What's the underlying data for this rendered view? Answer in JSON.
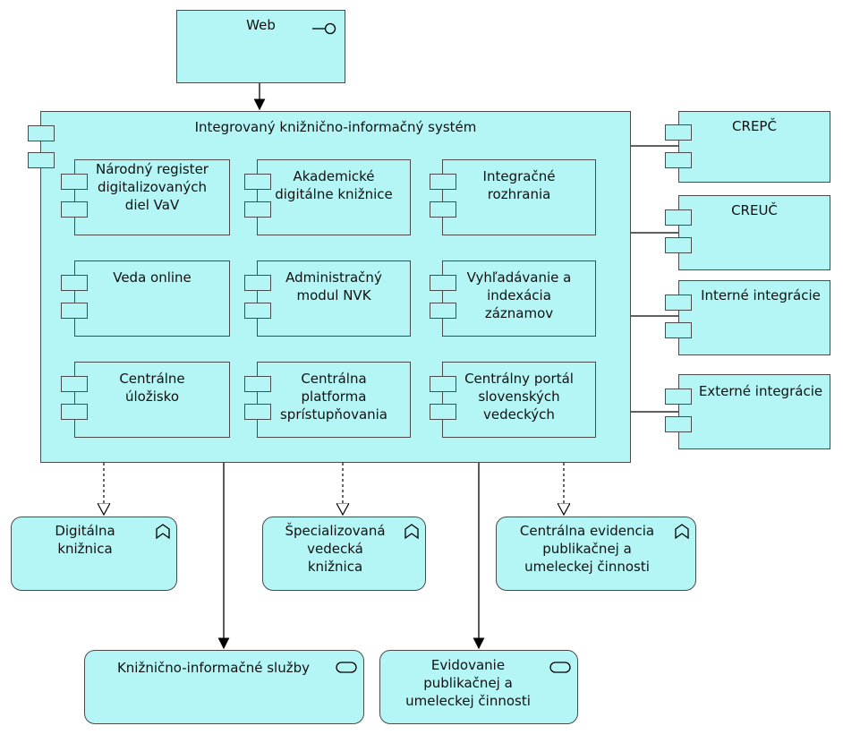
{
  "web": {
    "label": "Web",
    "icon": "interface-icon"
  },
  "system": {
    "label": "Integrovaný knižnično-informačný systém",
    "modules": [
      "Národný register\ndigitalizovaných\ndiel VaV",
      "Akademické\ndigitálne knižnice",
      "Integračné\nrozhrania",
      "Veda online",
      "Administračný\nmodul NVK",
      "Vyhľadávanie a\nindexácia\nzáznamov",
      "Centrálne\núložisko",
      "Centrálna\nplatforma\nsprístupňovania",
      "Centrálny portál\nslovenských\nvedeckých"
    ]
  },
  "external": [
    "CREPČ",
    "CREUČ",
    "Interné integrácie",
    "Externé integrácie"
  ],
  "functions": [
    {
      "label": "Digitálna\nknižnica",
      "icon": "function-icon"
    },
    {
      "label": "Špecializovaná\nvedecká\nknižnica",
      "icon": "function-icon"
    },
    {
      "label": "Centrálna evidencia\npublikačnej a\numeleckej činnosti",
      "icon": "function-icon"
    }
  ],
  "services": [
    {
      "label": "Knižnično-informačné služby",
      "icon": "service-icon"
    },
    {
      "label": "Evidovanie\npublikačnej a\numeleckej činnosti",
      "icon": "service-icon"
    }
  ],
  "colors": {
    "fill": "#b4f5f5",
    "stroke": "#4a4a4a",
    "line": "#000000"
  }
}
